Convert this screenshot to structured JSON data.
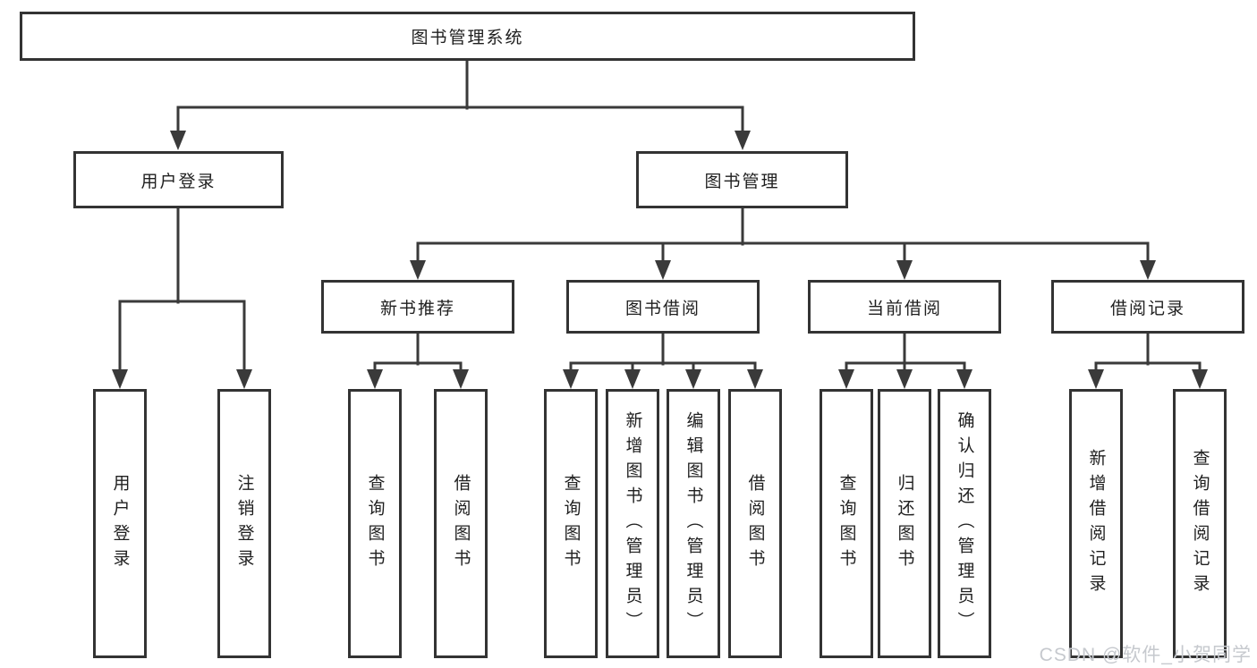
{
  "diagram": {
    "type": "hierarchy-tree",
    "tree": {
      "root": {
        "label": "图书管理系统"
      },
      "branches": [
        {
          "label": "用户登录",
          "children": [
            {
              "label": "用户登录"
            },
            {
              "label": "注销登录"
            }
          ]
        },
        {
          "label": "图书管理",
          "groups": [
            {
              "label": "新书推荐",
              "children": [
                {
                  "label": "查询图书"
                },
                {
                  "label": "借阅图书"
                }
              ]
            },
            {
              "label": "图书借阅",
              "children": [
                {
                  "label": "查询图书"
                },
                {
                  "label": "新增图书（管理员）"
                },
                {
                  "label": "编辑图书（管理员）"
                },
                {
                  "label": "借阅图书"
                }
              ]
            },
            {
              "label": "当前借阅",
              "children": [
                {
                  "label": "查询图书"
                },
                {
                  "label": "归还图书"
                },
                {
                  "label": "确认归还（管理员）"
                }
              ]
            },
            {
              "label": "借阅记录",
              "children": [
                {
                  "label": "新增借阅记录"
                },
                {
                  "label": "查询借阅记录"
                }
              ]
            }
          ]
        }
      ]
    }
  },
  "watermark": {
    "text": "CSDN @软件_小贺同学"
  },
  "colors": {
    "line": "#3a3a3a",
    "box_border": "#333333",
    "text": "#1f1f1f",
    "watermark": "#c6c9ce",
    "background": "#ffffff"
  }
}
